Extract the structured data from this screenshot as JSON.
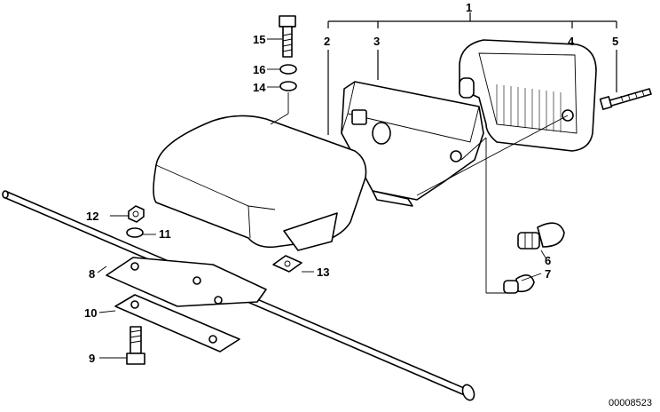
{
  "callouts": {
    "c1": "1",
    "c2": "2",
    "c3": "3",
    "c4": "4",
    "c5": "5",
    "c6": "6",
    "c7": "7",
    "c8": "8",
    "c9": "9",
    "c10": "10",
    "c11": "11",
    "c12": "12",
    "c13": "13",
    "c14": "14",
    "c15": "15",
    "c16": "16"
  },
  "document_number": "00008523"
}
